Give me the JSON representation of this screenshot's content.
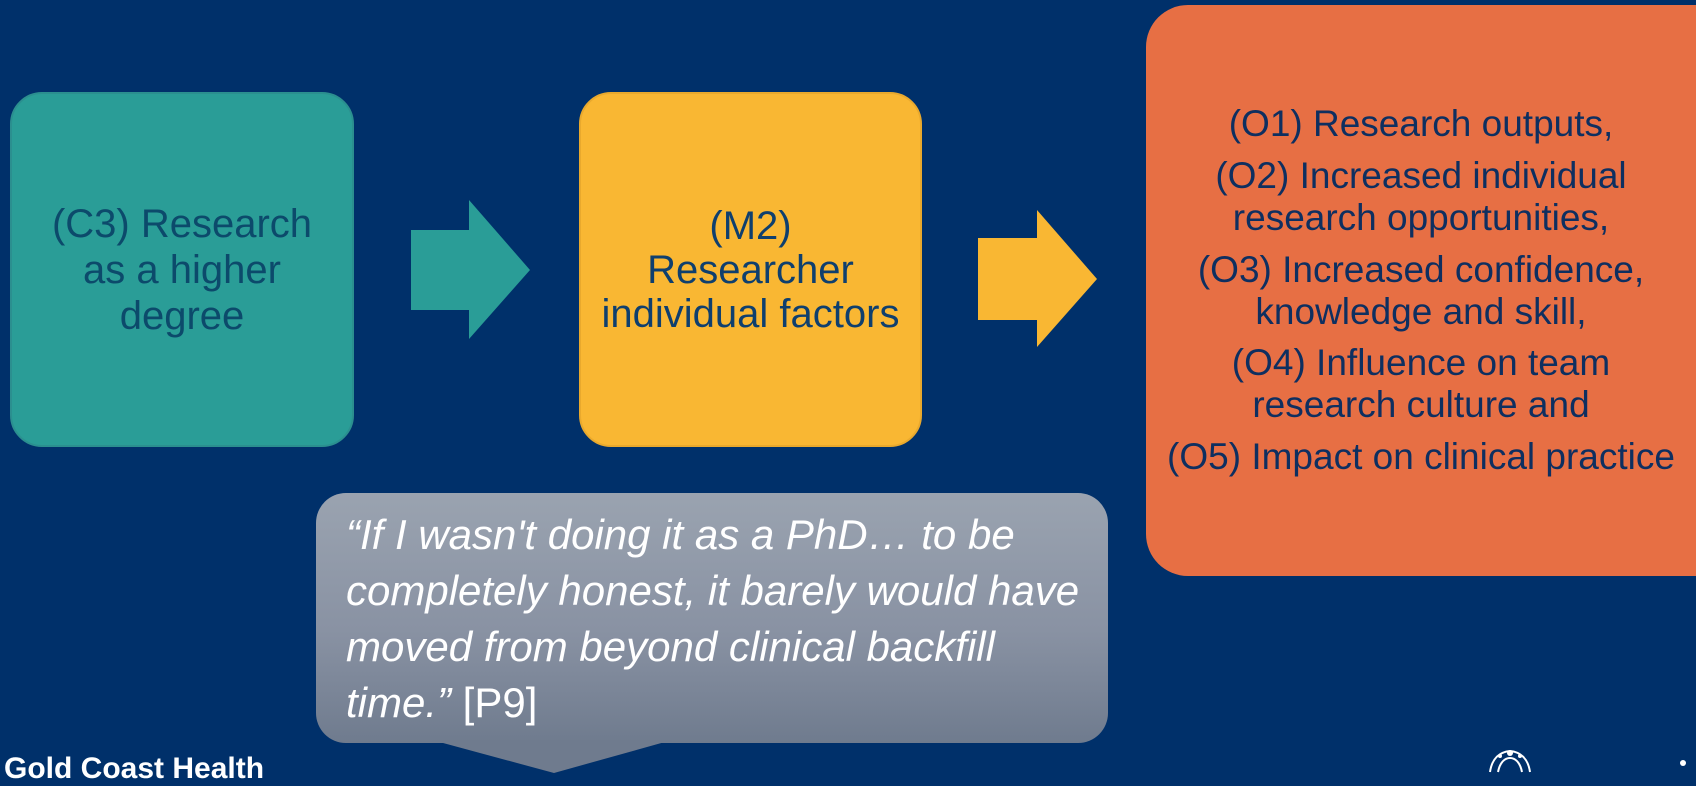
{
  "context_box": {
    "text": "(C3) Research as a higher degree",
    "color": "#2a9d97"
  },
  "mechanism_box": {
    "text_line1": "(M2)",
    "text_line2": "Researcher individual factors",
    "color": "#f9b733"
  },
  "outcomes_box": {
    "color": "#e76f44",
    "items": [
      "(O1) Research outputs,",
      "(O2) Increased individual research opportunities,",
      "(O3) Increased confidence, knowledge and skill,",
      "(O4) Influence on team research culture and",
      "(O5) Impact on clinical practice"
    ]
  },
  "quote": {
    "text": "“If I wasn't doing it as a PhD… to be completely honest, it barely would have moved from beyond clinical backfill time.”",
    "participant": " [P9]"
  },
  "footer": {
    "logo_text": "Gold Coast Health"
  },
  "arrow_icons": [
    "arrow-right-icon",
    "arrow-right-icon"
  ],
  "background_color": "#00306a"
}
